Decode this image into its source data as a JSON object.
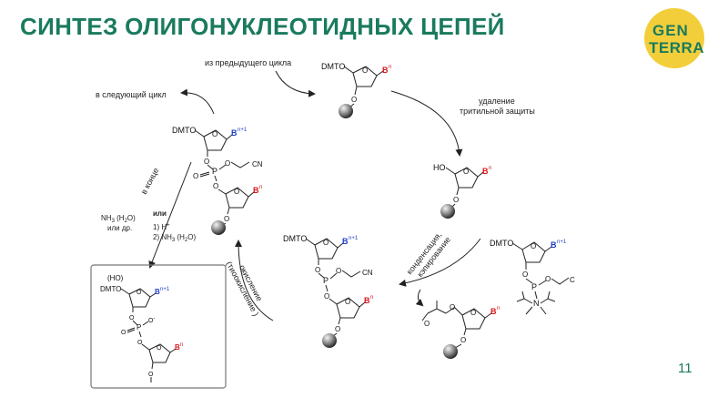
{
  "title": "СИНТЕЗ ОЛИГОНУКЛЕОТИДНЫХ ЦЕПЕЙ",
  "logo": {
    "line1": "GEN",
    "line2": "TERRA",
    "color": "#f2cf3a",
    "text_color": "#1a7a5e"
  },
  "page_number": "11",
  "colors": {
    "base_new": "#1f3fc8",
    "base_old": "#d9161b",
    "title": "#1a7a5e"
  },
  "labels": {
    "from_prev_cycle": "из предыдущего цикла",
    "to_next_cycle": "в следующий цикл",
    "detrit_line1": "удаление",
    "detrit_line2": "тритильной защиты",
    "condensation_line1": "конденсация,",
    "condensation_line2": "кэпирование",
    "oxidation_line1": "окисление",
    "oxidation_line2": "(тиоокисление )",
    "at_end": "в конце",
    "nh3_line1": "NH",
    "nh3_sub": "3",
    "nh3_line1_tail": " (H",
    "nh3_sub2": "2",
    "nh3_line1_end": "O)",
    "nh3_line2": "или др.",
    "or": "или",
    "opt1": "1) H",
    "opt1_sup": "+",
    "opt2": "2) NH",
    "opt2_sub": "3",
    "opt2_tail": " (H",
    "opt2_sub2": "2",
    "opt2_end": "O)"
  },
  "chem": {
    "dmto": "DMTO",
    "ho": "HO",
    "ho_paren": "(HO)",
    "base": "B",
    "sup_n": "n",
    "sup_n1": "n+1",
    "o": "O",
    "p": "P",
    "cn": "CN",
    "c": "C",
    "n": "N",
    "o_minus": "O",
    "minus": "-"
  }
}
